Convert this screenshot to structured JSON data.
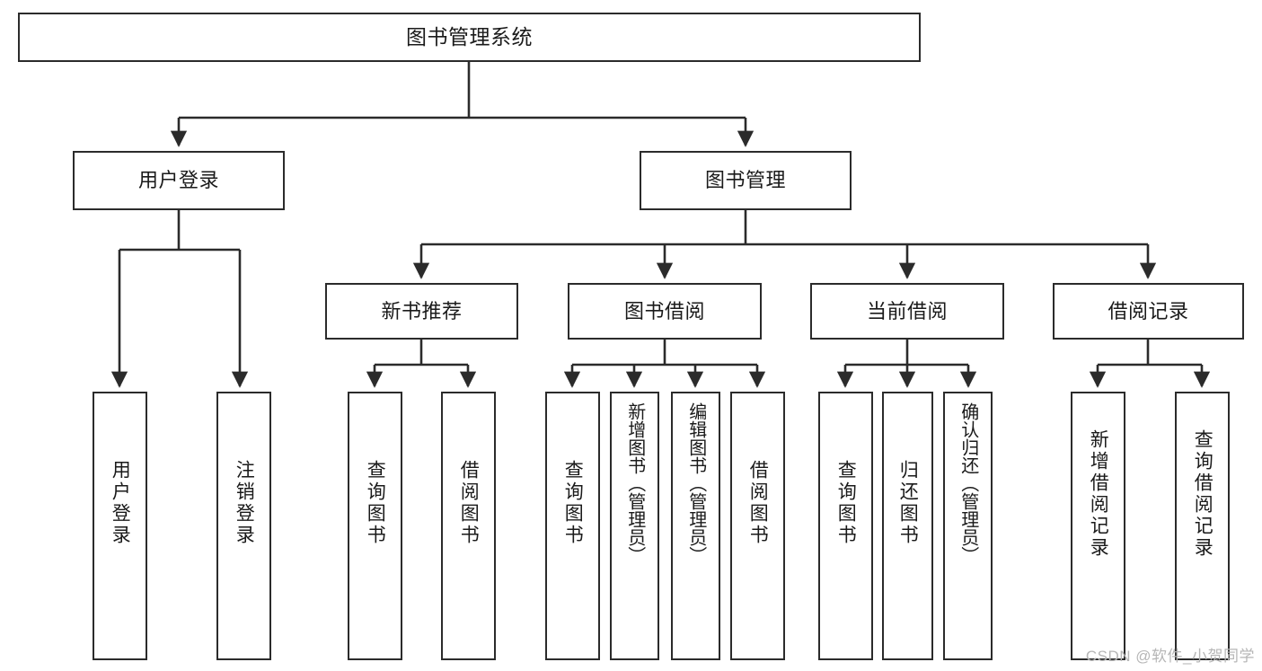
{
  "diagram": {
    "title": "图书管理系统",
    "type": "tree-hierarchy-chart",
    "orientation": "top-down",
    "colors": {
      "box_border": "#2b2b2b",
      "box_fill": "#ffffff",
      "edge": "#2b2b2b",
      "text": "#1a1a1a",
      "background": "#ffffff",
      "watermark": "#b6b6b6"
    },
    "watermark": "CSDN @软件_小贺同学"
  },
  "nodes": {
    "root": {
      "label": "图书管理系统",
      "level": 1
    },
    "level2": [
      {
        "id": "user-login",
        "label": "用户登录",
        "level": 2
      },
      {
        "id": "book-management",
        "label": "图书管理",
        "level": 2
      }
    ],
    "level3": [
      {
        "id": "new-book-recommend",
        "label": "新书推荐",
        "level": 3,
        "parent": "book-management"
      },
      {
        "id": "book-borrow",
        "label": "图书借阅",
        "level": 3,
        "parent": "book-management"
      },
      {
        "id": "current-borrow",
        "label": "当前借阅",
        "level": 3,
        "parent": "book-management"
      },
      {
        "id": "borrow-record",
        "label": "借阅记录",
        "level": 3,
        "parent": "book-management"
      }
    ],
    "leaves": [
      {
        "id": "leaf-user-login",
        "label": "用户登录",
        "parent": "user-login"
      },
      {
        "id": "leaf-logout-login",
        "label": "注销登录",
        "parent": "user-login"
      },
      {
        "id": "leaf-query-book-1",
        "label": "查询图书",
        "parent": "new-book-recommend"
      },
      {
        "id": "leaf-borrow-book-1",
        "label": "借阅图书",
        "parent": "new-book-recommend"
      },
      {
        "id": "leaf-query-book-2",
        "label": "查询图书",
        "parent": "book-borrow"
      },
      {
        "id": "leaf-add-book-admin",
        "label": "新增图书（管理员）",
        "parent": "book-borrow"
      },
      {
        "id": "leaf-edit-book-admin",
        "label": "编辑图书（管理员）",
        "parent": "book-borrow"
      },
      {
        "id": "leaf-borrow-book-2",
        "label": "借阅图书",
        "parent": "book-borrow"
      },
      {
        "id": "leaf-query-book-3",
        "label": "查询图书",
        "parent": "current-borrow"
      },
      {
        "id": "leaf-return-book",
        "label": "归还图书",
        "parent": "current-borrow"
      },
      {
        "id": "leaf-confirm-return-admin",
        "label": "确认归还（管理员）",
        "parent": "current-borrow"
      },
      {
        "id": "leaf-add-borrow-record",
        "label": "新增借阅记录",
        "parent": "borrow-record"
      },
      {
        "id": "leaf-query-borrow-record",
        "label": "查询借阅记录",
        "parent": "borrow-record"
      }
    ]
  },
  "chart_data": {
    "type": "table",
    "title": "图书管理系统功能结构图",
    "hierarchy": [
      {
        "name": "图书管理系统",
        "children": [
          {
            "name": "用户登录",
            "children": [
              {
                "name": "用户登录"
              },
              {
                "name": "注销登录"
              }
            ]
          },
          {
            "name": "图书管理",
            "children": [
              {
                "name": "新书推荐",
                "children": [
                  {
                    "name": "查询图书"
                  },
                  {
                    "name": "借阅图书"
                  }
                ]
              },
              {
                "name": "图书借阅",
                "children": [
                  {
                    "name": "查询图书"
                  },
                  {
                    "name": "新增图书（管理员）"
                  },
                  {
                    "name": "编辑图书（管理员）"
                  },
                  {
                    "name": "借阅图书"
                  }
                ]
              },
              {
                "name": "当前借阅",
                "children": [
                  {
                    "name": "查询图书"
                  },
                  {
                    "name": "归还图书"
                  },
                  {
                    "name": "确认归还（管理员）"
                  }
                ]
              },
              {
                "name": "借阅记录",
                "children": [
                  {
                    "name": "新增借阅记录"
                  },
                  {
                    "name": "查询借阅记录"
                  }
                ]
              }
            ]
          }
        ]
      }
    ]
  }
}
